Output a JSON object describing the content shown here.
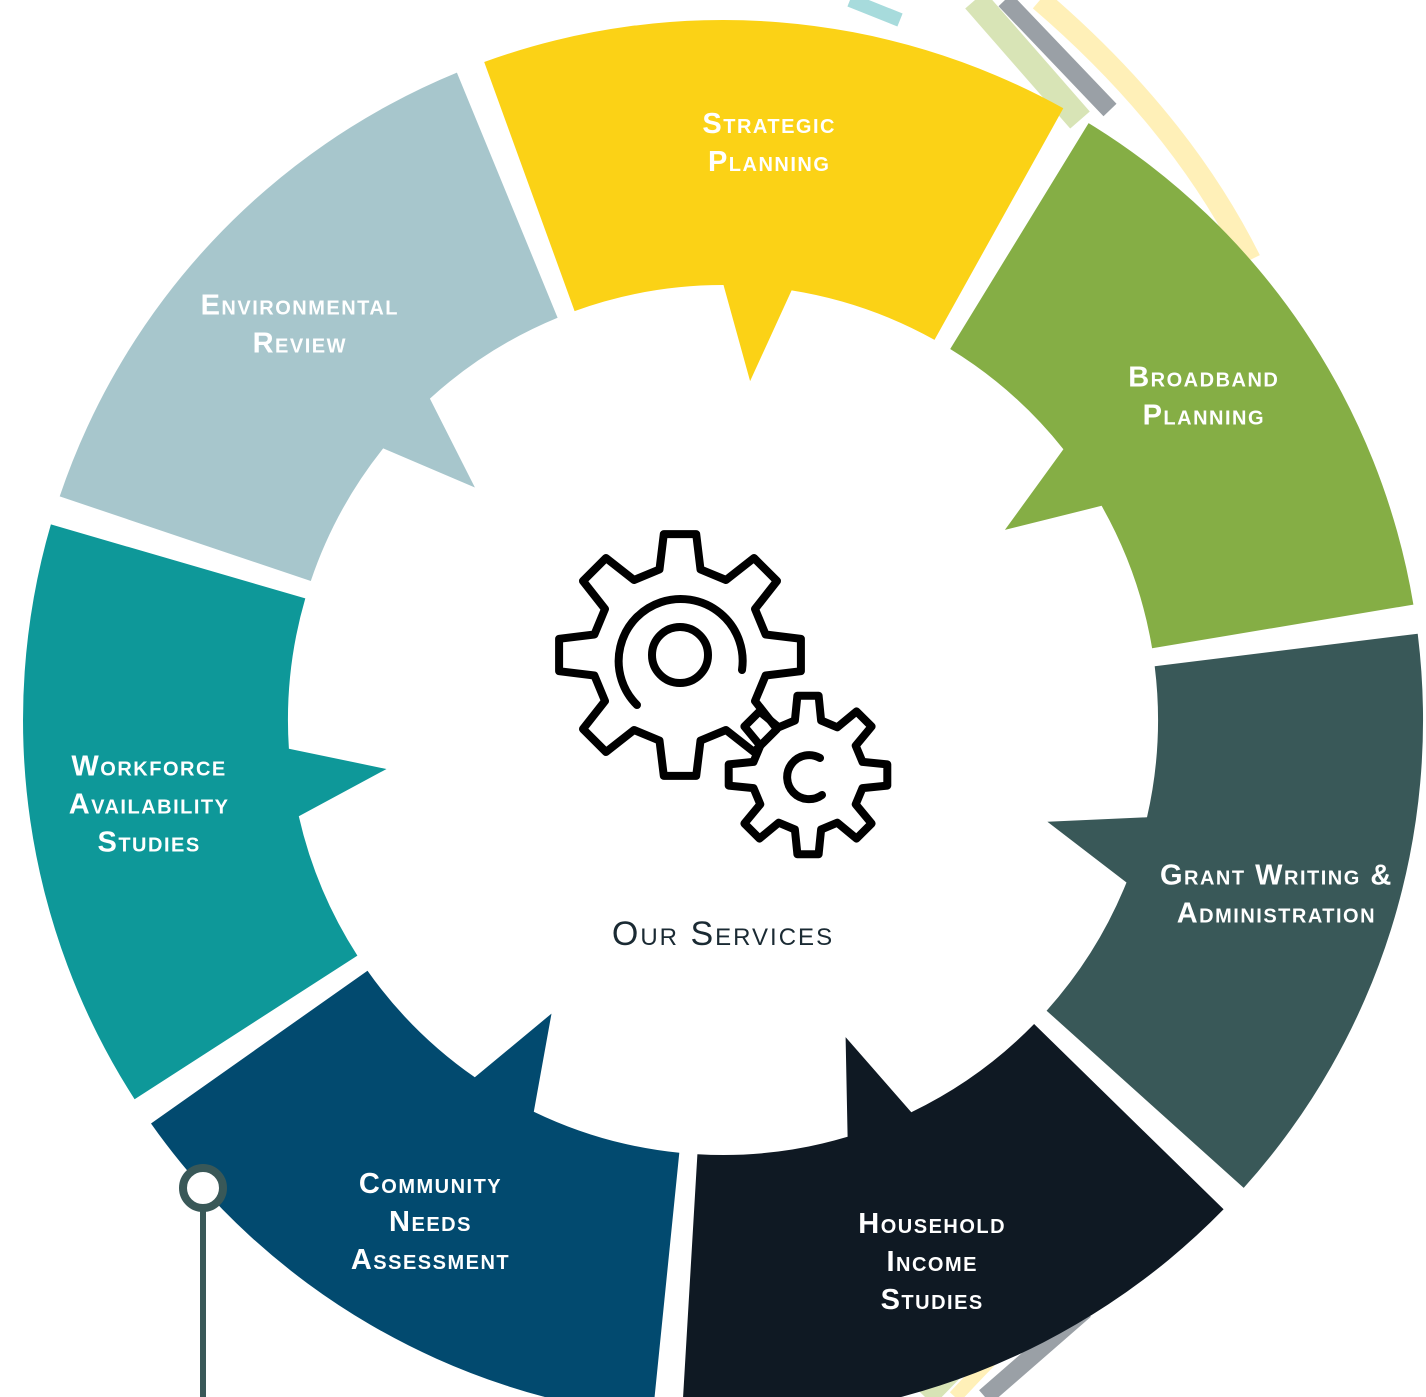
{
  "center": {
    "title": "Our Services",
    "icon": "gears-icon"
  },
  "segments": [
    {
      "id": "workforce",
      "lines": [
        "Workforce",
        "Availability",
        "Studies"
      ],
      "color": "#0e9899"
    },
    {
      "id": "environmental",
      "lines": [
        "Environmental",
        "Review"
      ],
      "color": "#a7c6cc"
    },
    {
      "id": "strategic",
      "lines": [
        "Strategic",
        "Planning"
      ],
      "color": "#fbd216"
    },
    {
      "id": "broadband",
      "lines": [
        "Broadband",
        "Planning"
      ],
      "color": "#85ae45"
    },
    {
      "id": "grant",
      "lines": [
        "Grant Writing &",
        "Administration"
      ],
      "color": "#395858"
    },
    {
      "id": "household",
      "lines": [
        "Household",
        "Income",
        "Studies"
      ],
      "color": "#0f1923"
    },
    {
      "id": "community",
      "lines": [
        "Community",
        "Needs",
        "Assessment"
      ],
      "color": "#024a6f"
    }
  ],
  "decor": {
    "connector_color": "#395858",
    "stripe_colors": [
      "#a7dbdc",
      "#d8e4b6",
      "#9aa0a6",
      "#fff0b8"
    ]
  }
}
